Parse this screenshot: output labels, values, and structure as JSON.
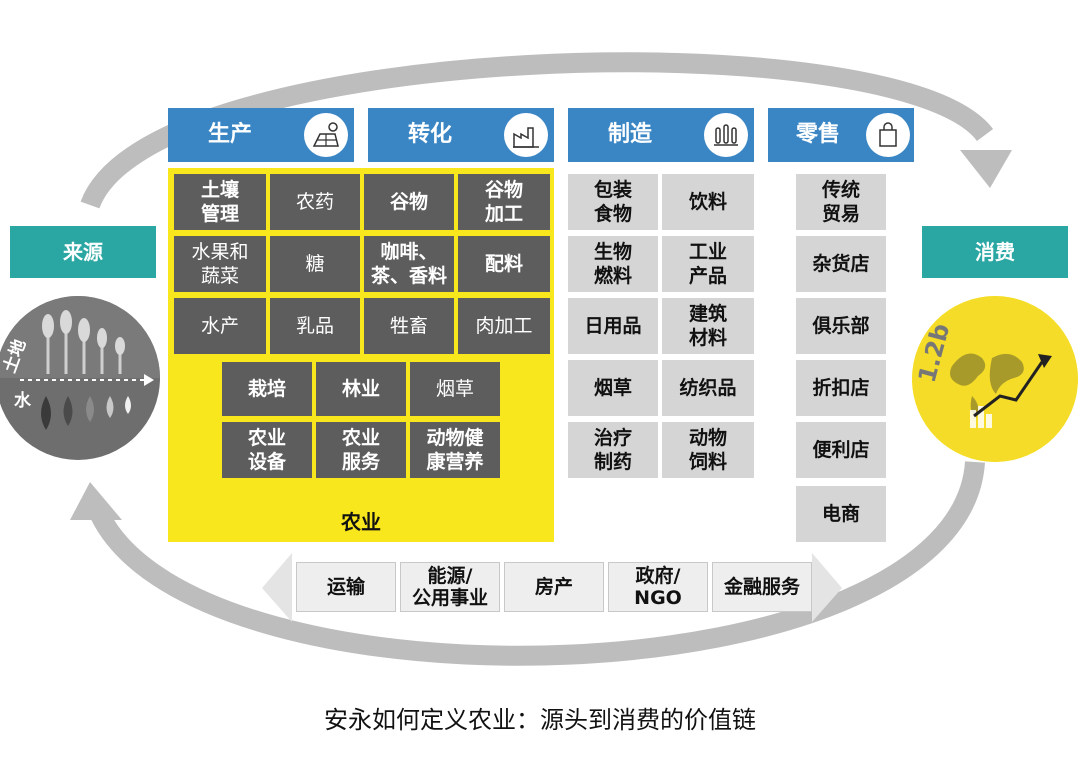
{
  "headers": {
    "production": "生产",
    "conversion": "转化",
    "manufacturing": "制造",
    "retail": "零售"
  },
  "production_grid": [
    [
      "土壤\n管理",
      "农药",
      "谷物",
      "谷物\n加工"
    ],
    [
      "水果和\n蔬菜",
      "糖",
      "咖啡、\n茶、香料",
      "配料"
    ],
    [
      "水产",
      "乳品",
      "牲畜",
      "肉加工"
    ]
  ],
  "production_sub": [
    [
      "栽培",
      "林业",
      "烟草"
    ],
    [
      "农业\n设备",
      "农业\n服务",
      "动物健\n康营养"
    ]
  ],
  "agriculture_label": "农业",
  "manufacturing_items": [
    [
      "包装\n食物",
      "饮料"
    ],
    [
      "生物\n燃料",
      "工业\n产品"
    ],
    [
      "日用品",
      "建筑\n材料"
    ],
    [
      "烟草",
      "纺织品"
    ],
    [
      "治疗\n制药",
      "动物\n饲料"
    ]
  ],
  "retail_items": [
    "传统\n贸易",
    "杂货店",
    "俱乐部",
    "折扣店",
    "便利店",
    "电商"
  ],
  "source_label": "来源",
  "consumption_label": "消费",
  "source_circle": {
    "label_land": "土地",
    "label_water": "水"
  },
  "consumption_circle": {
    "stat": "1.2b"
  },
  "bottom_bar": [
    "运输",
    "能源/\n公用事业",
    "房产",
    "政府/\nNGO",
    "金融服务"
  ],
  "caption": "安永如何定义农业：源头到消费的价值链",
  "colors": {
    "header_blue": "#3a86c4",
    "agriculture_yellow": "#f8e71c",
    "dark_cell": "#5d5d5d",
    "light_cell": "#d5d5d5",
    "teal": "#2aa7a3",
    "arc_gray": "#bdbdbd"
  }
}
